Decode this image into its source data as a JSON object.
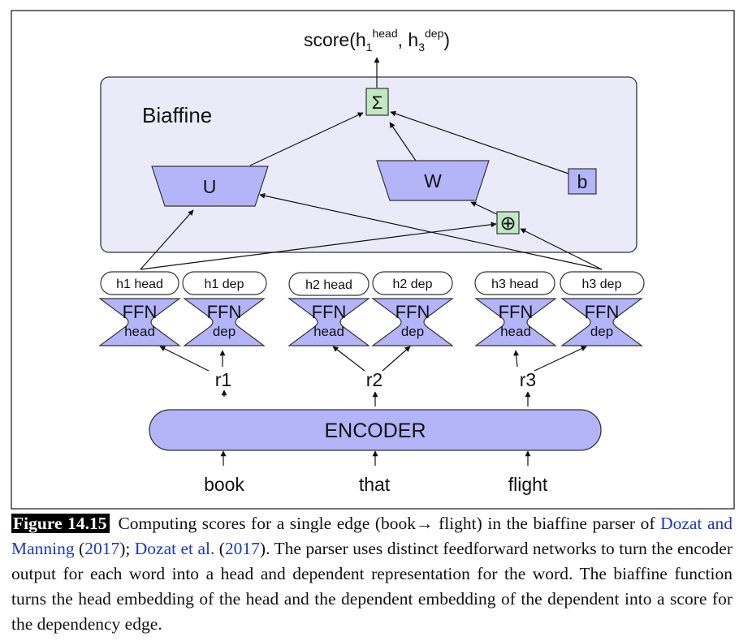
{
  "colors": {
    "node_fill": "#b4b4f8",
    "panel_fill": "#ebeaf9",
    "sum_fill": "#bfe8c3",
    "link": "#1a38c4"
  },
  "diagram": {
    "score": {
      "main": "score(h",
      "sub1": "1",
      "sup1": "head",
      "mid": ", h",
      "sub2": "3",
      "sup2": "dep",
      "close": ")"
    },
    "biaffine_label": "Biaffine",
    "sum_symbol": "Σ",
    "plus_symbol": "⊕",
    "u_label": "U",
    "w_label": "W",
    "b_label": "b",
    "reps": [
      "h1 head",
      "h1 dep",
      "h2 head",
      "h2 dep",
      "h3 head",
      "h3 dep"
    ],
    "ffn_top": "FFN",
    "ffn_bottom": [
      "head",
      "dep",
      "head",
      "dep",
      "head",
      "dep"
    ],
    "r_labels": [
      "r1",
      "r2",
      "r3"
    ],
    "encoder_label": "ENCODER",
    "words": [
      "book",
      "that",
      "flight"
    ]
  },
  "caption": {
    "figure_label": "Figure 14.15",
    "text_1": "Computing scores for a single edge (book→ flight) in the biaffine parser of ",
    "cite_1_authors": "Dozat and Manning",
    "cite_1_open": " (",
    "cite_1_year": "2017",
    "cite_1_close": "); ",
    "cite_2_authors": "Dozat et al.",
    "cite_2_open": " (",
    "cite_2_year": "2017",
    "text_2": "). The parser uses distinct feedforward networks to turn the encoder output for each word into a head and dependent representation for the word. The biaffine function turns the head embedding of the head and the dependent embedding of the dependent into a score for the dependency edge."
  }
}
